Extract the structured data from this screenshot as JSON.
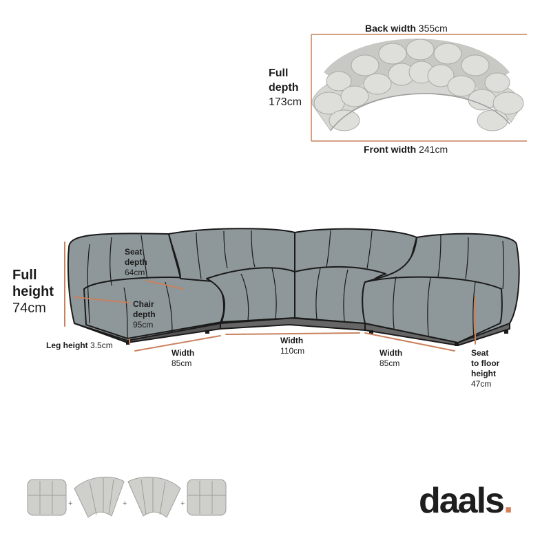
{
  "top_view": {
    "back_width": {
      "label": "Back width",
      "value": "355cm"
    },
    "full_depth": {
      "label_line1": "Full",
      "label_line2": "depth",
      "value": "173cm"
    },
    "front_width": {
      "label": "Front width",
      "value": "241cm"
    }
  },
  "front_view": {
    "full_height": {
      "label_line1": "Full",
      "label_line2": "height",
      "value": "74cm"
    },
    "seat_depth": {
      "label_line1": "Seat",
      "label_line2": "depth",
      "value": "64cm"
    },
    "chair_depth": {
      "label_line1": "Chair",
      "label_line2": "depth",
      "value": "95cm"
    },
    "leg_height": {
      "label": "Leg height",
      "value": "3.5cm"
    },
    "width_left": {
      "label": "Width",
      "value": "85cm"
    },
    "width_middle": {
      "label": "Width",
      "value": "110cm"
    },
    "width_right": {
      "label": "Width",
      "value": "85cm"
    },
    "seat_floor": {
      "label_line1": "Seat",
      "label_line2": "to floor",
      "label_line3": "height",
      "value": "47cm"
    }
  },
  "modules": {
    "separator": "+"
  },
  "brand": {
    "name": "daals",
    "dot": "."
  },
  "colors": {
    "accent": "#c9815d",
    "fabric": "#8e9799",
    "fabric_light": "#cfcfcc",
    "outline": "#1a1a1a"
  }
}
